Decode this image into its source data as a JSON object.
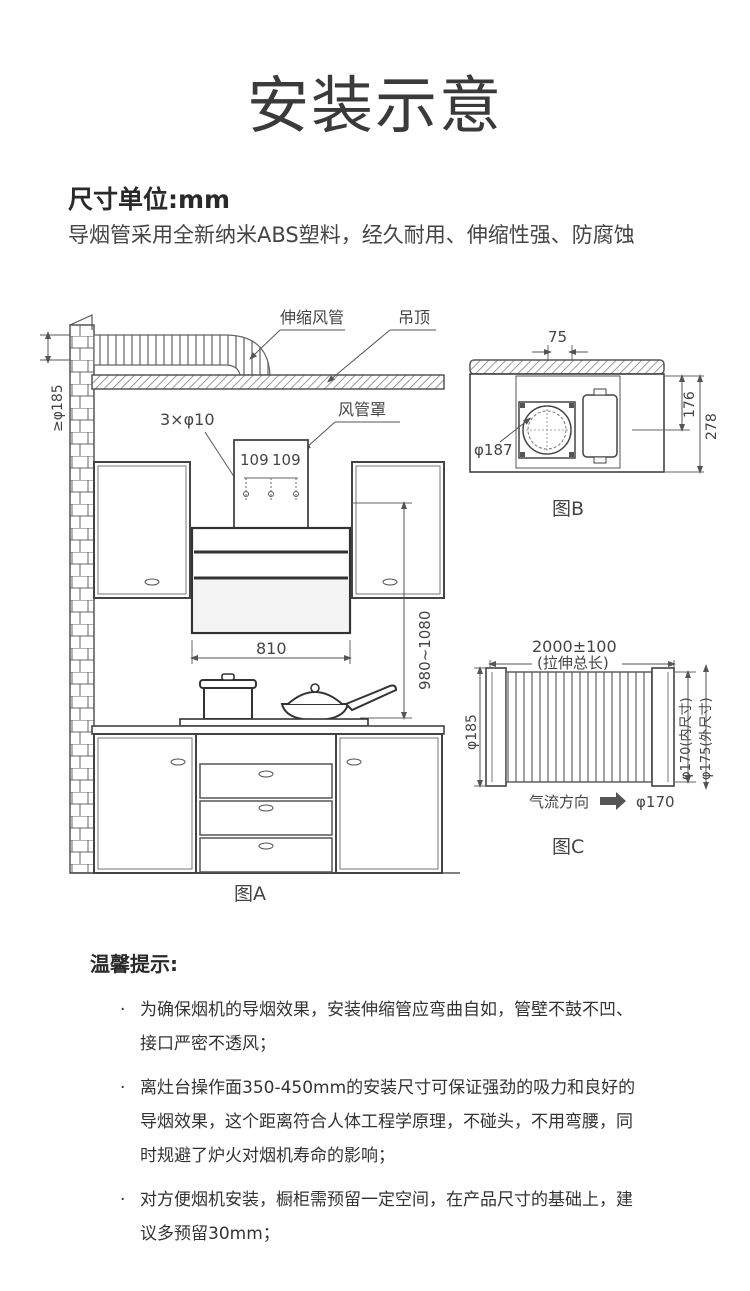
{
  "title": "安装示意",
  "unit_line": "尺寸单位:mm",
  "material_line": "导烟管采用全新纳米ABS塑料，经久耐用、伸缩性强、防腐蚀",
  "figA": {
    "caption": "图A",
    "label_duct": "伸缩风管",
    "label_ceiling": "吊顶",
    "label_cover": "风管罩",
    "label_holes": "3×φ10",
    "dim_duct": "≥φ185",
    "dim_109a": "109",
    "dim_109b": "109",
    "dim_width": "810",
    "dim_height": "980~1080"
  },
  "figB": {
    "caption": "图B",
    "dim_75": "75",
    "dim_176": "176",
    "dim_278": "278",
    "dim_187": "φ187"
  },
  "figC": {
    "caption": "图C",
    "dim_length": "2000±100",
    "dim_length_note": "(拉伸总长)",
    "dim_185": "φ185",
    "dim_inner": "φ170(内尺寸)",
    "dim_outer": "φ175(外尺寸)",
    "airflow": "气流方向",
    "dim_170": "φ170"
  },
  "tips": {
    "heading": "温馨提示:",
    "items": [
      "为确保烟机的导烟效果，安装伸缩管应弯曲自如，管壁不鼓不凹、接口严密不透风；",
      "离灶台操作面350-450mm的安装尺寸可保证强劲的吸力和良好的导烟效果，这个距离符合人体工程学原理，不碰头，不用弯腰，同时规避了炉火对烟机寿命的影响；",
      "对方便烟机安装，橱柜需预留一定空间，在产品尺寸的基础上，建议多预留30mm；"
    ]
  }
}
